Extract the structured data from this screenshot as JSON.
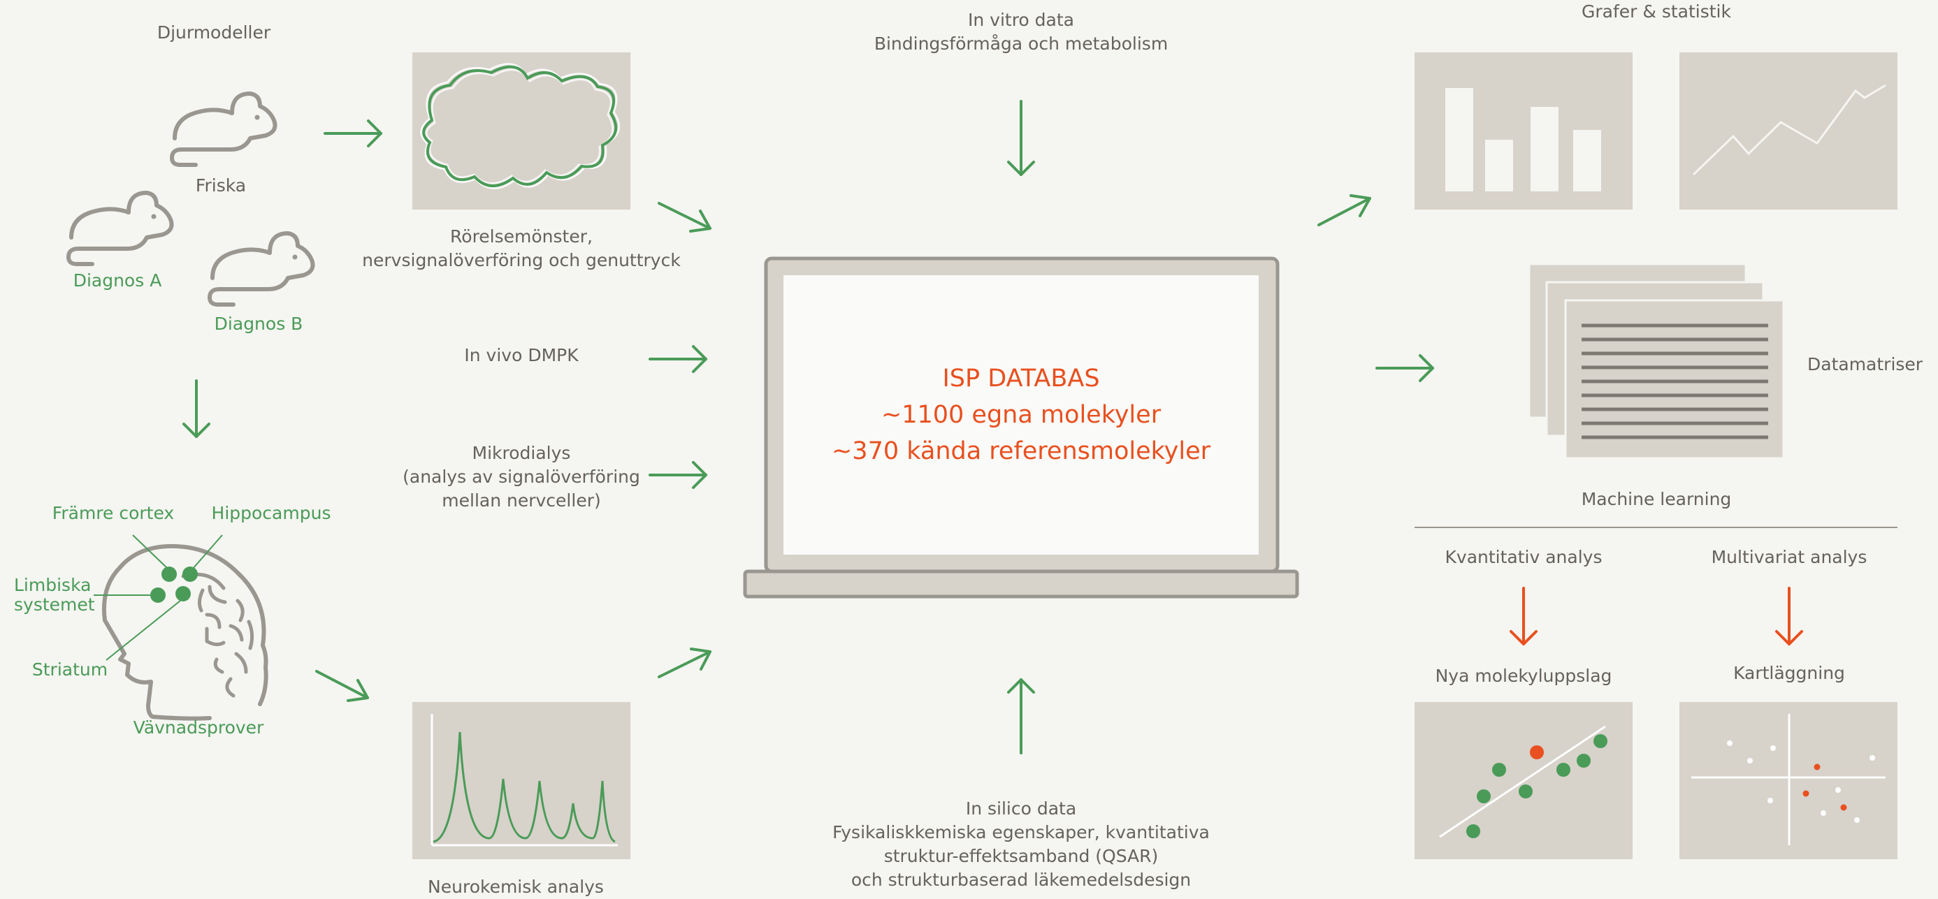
{
  "labels": {
    "djurmodeller": "Djurmodeller",
    "friska": "Friska",
    "diagnos_a": "Diagnos A",
    "diagnos_b": "Diagnos B",
    "framre_cortex": "Främre cortex",
    "hippocampus": "Hippocampus",
    "limbiska": "Limbiska\nsystemet",
    "striatum": "Striatum",
    "vavnadsprover": "Vävnadsprover",
    "rorelsemonster": "Rörelsemönster,\nnervsignalöverföring och genuttryck",
    "in_vivo_dmpk": "In vivo DMPK",
    "mikrodialys": "Mikrodialys\n(analys av signalöverföring\nmellan nervceller)",
    "neurokemisk": "Neurokemisk analys",
    "in_vitro": "In vitro data\nBindingsförmåga och metabolism",
    "in_silico": "In silico data\nFysikaliskkemiska egenskaper, kvantitativa\nstruktur-effektsamband (QSAR)\noch strukturbaserad läkemedelsdesign",
    "grafer": "Grafer & statistik",
    "datamatriser": "Datamatriser",
    "machine_learning": "Machine learning",
    "kvantitativ": "Kvantitativ analys",
    "multivariat": "Multivariat analys",
    "nya_molekyl": "Nya molekyluppslag",
    "kartlaggning": "Kartläggning"
  },
  "database": {
    "title": "ISP DATABAS",
    "line1": "~1100 egna molekyler",
    "line2": "~370 kända referensmolekyler"
  },
  "colors": {
    "green": "#4a9b58",
    "orange": "#e8501f",
    "gray_text": "#66625d",
    "panel": "#d7d2ca",
    "background": "#f5f5f1"
  }
}
